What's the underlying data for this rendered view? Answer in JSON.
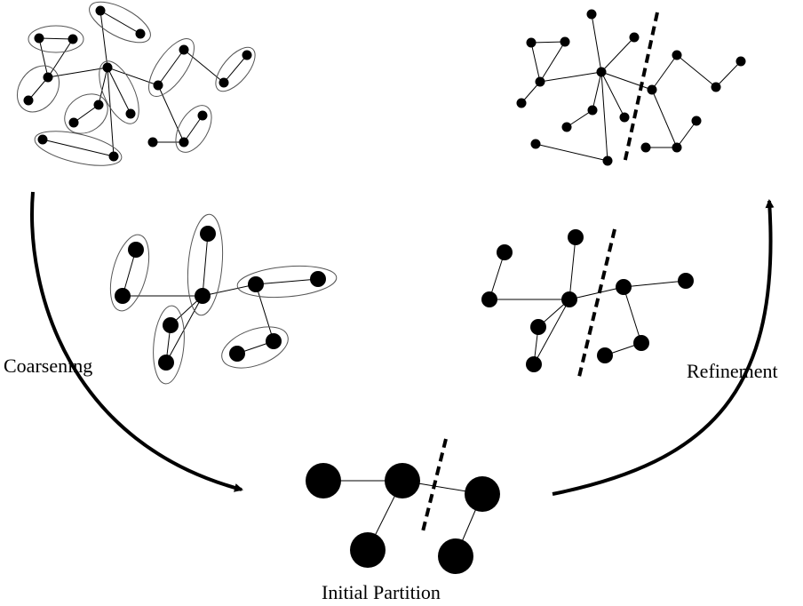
{
  "labels": {
    "coarsening": "Coarsening",
    "refinement": "Refinement",
    "initial_partition": "Initial Partition"
  },
  "colors": {
    "node": "#000000",
    "edge": "#000000",
    "group_outline": "#555555",
    "background": "#ffffff"
  }
}
